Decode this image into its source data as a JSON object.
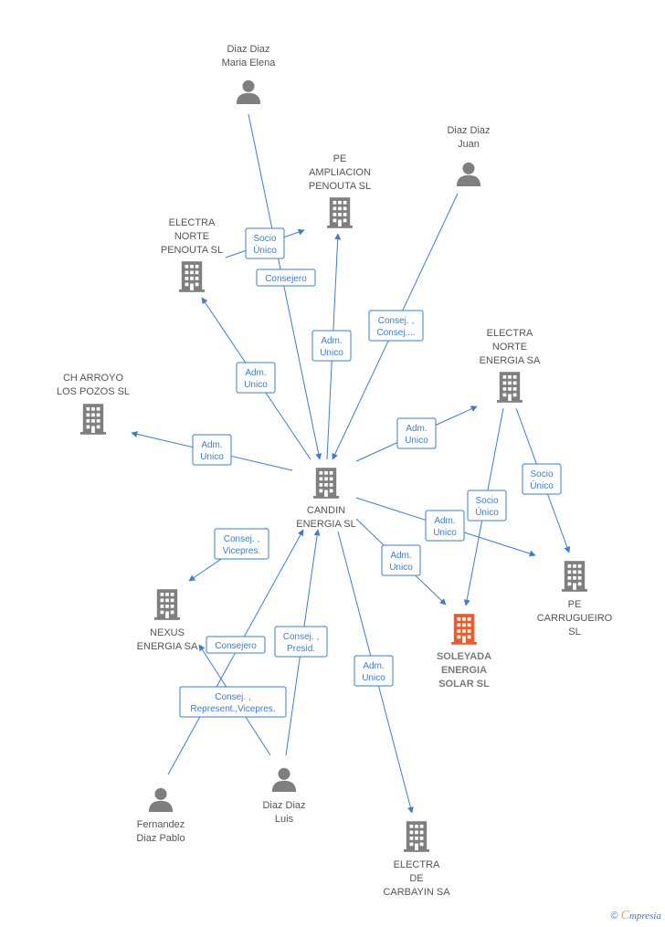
{
  "colors": {
    "edge": "#3a7fd5",
    "building": "#7f7f7f",
    "building_focus": "#f05a28",
    "person": "#7f7f7f",
    "text": "#555555"
  },
  "nodes": [
    {
      "id": "diaz_maria",
      "type": "person",
      "label": [
        "Diaz Diaz",
        "Maria Elena"
      ]
    },
    {
      "id": "diaz_juan",
      "type": "person",
      "label": [
        "Diaz Diaz",
        "Juan"
      ]
    },
    {
      "id": "pe_ampliacion",
      "type": "company",
      "label": [
        "PE",
        "AMPLIACION",
        "PENOUTA  SL"
      ]
    },
    {
      "id": "electra_norte_penouta",
      "type": "company",
      "label": [
        "ELECTRA",
        "NORTE",
        "PENOUTA  SL"
      ]
    },
    {
      "id": "ch_arroyo",
      "type": "company",
      "label": [
        "CH ARROYO",
        "LOS POZOS  SL"
      ]
    },
    {
      "id": "electra_norte_energia",
      "type": "company",
      "label": [
        "ELECTRA",
        "NORTE",
        "ENERGIA SA"
      ]
    },
    {
      "id": "candin",
      "type": "company",
      "label": [
        "CANDIN",
        "ENERGIA SL"
      ]
    },
    {
      "id": "pe_carrugueiro",
      "type": "company",
      "label": [
        "PE",
        "CARRUGUEIRO",
        "SL"
      ]
    },
    {
      "id": "soleyada",
      "type": "focus",
      "label": [
        "SOLEYADA",
        "ENERGIA",
        "SOLAR  SL"
      ]
    },
    {
      "id": "nexus",
      "type": "company",
      "label": [
        "NEXUS",
        "ENERGIA SA"
      ]
    },
    {
      "id": "fernandez",
      "type": "person",
      "label": [
        "Fernandez",
        "Diaz Pablo"
      ]
    },
    {
      "id": "diaz_luis",
      "type": "person",
      "label": [
        "Diaz Diaz",
        "Luis"
      ]
    },
    {
      "id": "electra_carbayin",
      "type": "company",
      "label": [
        "ELECTRA",
        "DE",
        "CARBAYIN SA"
      ]
    }
  ],
  "edge_labels": [
    {
      "id": "socio_maria",
      "lines": [
        "Socio",
        "Único"
      ]
    },
    {
      "id": "consejero_maria",
      "lines": [
        "Consejero"
      ]
    },
    {
      "id": "adm_pe_ampliacion",
      "lines": [
        "Adm.",
        "Unico"
      ]
    },
    {
      "id": "adm_electra_norte_penouta",
      "lines": [
        "Adm.",
        "Unico"
      ]
    },
    {
      "id": "consej_juan",
      "lines": [
        "Consej. ,",
        "Consej...."
      ]
    },
    {
      "id": "adm_ch_arroyo",
      "lines": [
        "Adm.",
        "Unico"
      ]
    },
    {
      "id": "adm_electra_norte_energia",
      "lines": [
        "Adm.",
        "Unico"
      ]
    },
    {
      "id": "socio_carrugueiro",
      "lines": [
        "Socio",
        "Único"
      ]
    },
    {
      "id": "socio_soleyada",
      "lines": [
        "Socio",
        "Único"
      ]
    },
    {
      "id": "adm_carrugueiro",
      "lines": [
        "Adm.",
        "Unico"
      ]
    },
    {
      "id": "adm_soleyada",
      "lines": [
        "Adm.",
        "Unico"
      ]
    },
    {
      "id": "consej_vicepres_nexus",
      "lines": [
        "Consej. ,",
        "Vicepres."
      ]
    },
    {
      "id": "consejero_fernandez",
      "lines": [
        "Consejero"
      ]
    },
    {
      "id": "consej_presid_luis",
      "lines": [
        "Consej. ,",
        "Presid."
      ]
    },
    {
      "id": "consej_represent_luis",
      "lines": [
        "Consej. ,",
        "Represent.,Vicepres."
      ]
    },
    {
      "id": "adm_carbayin",
      "lines": [
        "Adm.",
        "Unico"
      ]
    }
  ],
  "footer": {
    "copyright": "©",
    "brand_first": "C",
    "brand_rest": "mpresia"
  }
}
